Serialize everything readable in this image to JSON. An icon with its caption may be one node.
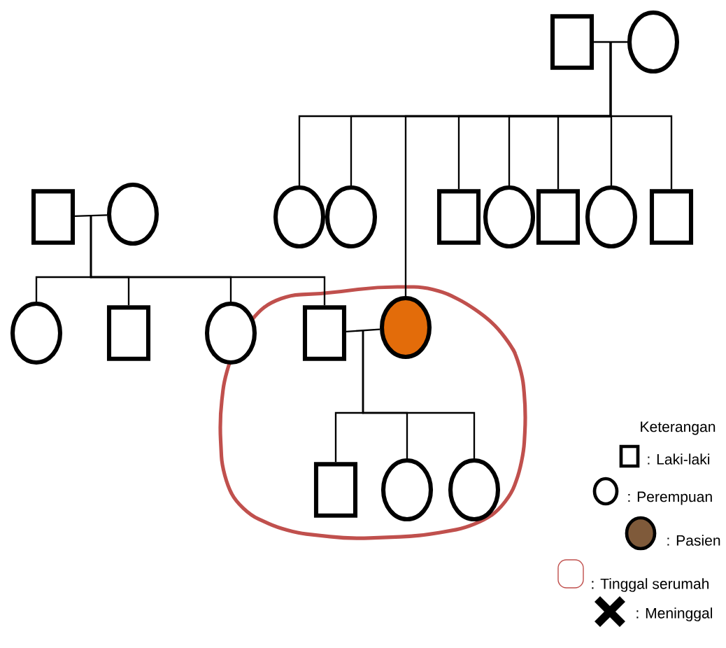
{
  "diagram": {
    "nodes": [
      {
        "text": [],
        "shape": "box"
      },
      {
        "text": [],
        "shape": "circle"
      },
      {
        "text": [],
        "shape": "box"
      },
      {
        "text": [],
        "shape": "circle"
      },
      {
        "text": [],
        "shape": "circle"
      },
      {
        "text": [],
        "shape": "circle"
      },
      {
        "text": [],
        "shape": "box"
      },
      {
        "text": [],
        "shape": "circle"
      },
      {
        "text": [],
        "shape": "box"
      },
      {
        "text": [],
        "shape": "circle"
      },
      {
        "text": [],
        "shape": "box"
      },
      {
        "text": [],
        "shape": "circle"
      },
      {
        "text": [],
        "shape": "box"
      },
      {
        "text": [],
        "shape": "circle"
      },
      {
        "text": [],
        "shape": "box"
      },
      {
        "text": [],
        "shape": "circle"
      },
      {
        "text": [],
        "shape": "box"
      },
      {
        "text": [],
        "shape": "circle"
      },
      {
        "text": [],
        "shape": "circle"
      }
    ],
    "edges": [
      {
        "from": 0,
        "to": 1,
        "arrow": "none"
      },
      {
        "from": 0,
        "to": 4,
        "arrow": "none"
      },
      {
        "from": 0,
        "to": 5,
        "arrow": "none"
      },
      {
        "from": 0,
        "to": 15,
        "arrow": "none"
      },
      {
        "from": 0,
        "to": 6,
        "arrow": "none"
      },
      {
        "from": 0,
        "to": 7,
        "arrow": "none"
      },
      {
        "from": 0,
        "to": 8,
        "arrow": "none"
      },
      {
        "from": 0,
        "to": 9,
        "arrow": "none"
      },
      {
        "from": 0,
        "to": 10,
        "arrow": "none"
      },
      {
        "from": 2,
        "to": 3,
        "arrow": "none"
      },
      {
        "from": 2,
        "to": 11,
        "arrow": "none"
      },
      {
        "from": 2,
        "to": 12,
        "arrow": "none"
      },
      {
        "from": 2,
        "to": 13,
        "arrow": "none"
      },
      {
        "from": 2,
        "to": 14,
        "arrow": "none"
      },
      {
        "from": 14,
        "to": 15,
        "arrow": "none"
      },
      {
        "from": 14,
        "to": 16,
        "arrow": "none"
      },
      {
        "from": 14,
        "to": 17,
        "arrow": "none"
      },
      {
        "from": 14,
        "to": 18,
        "arrow": "none"
      }
    ],
    "labels": [
      "Keterangan"
    ],
    "legend": [
      {
        "text": ": Laki-laki"
      },
      {
        "text": ": Perempuan"
      },
      {
        "text": ": Pasien",
        "color": "#7f5a3a"
      },
      {
        "text": ": Tinggal serumah"
      },
      {
        "text": ": Meninggal"
      }
    ]
  }
}
